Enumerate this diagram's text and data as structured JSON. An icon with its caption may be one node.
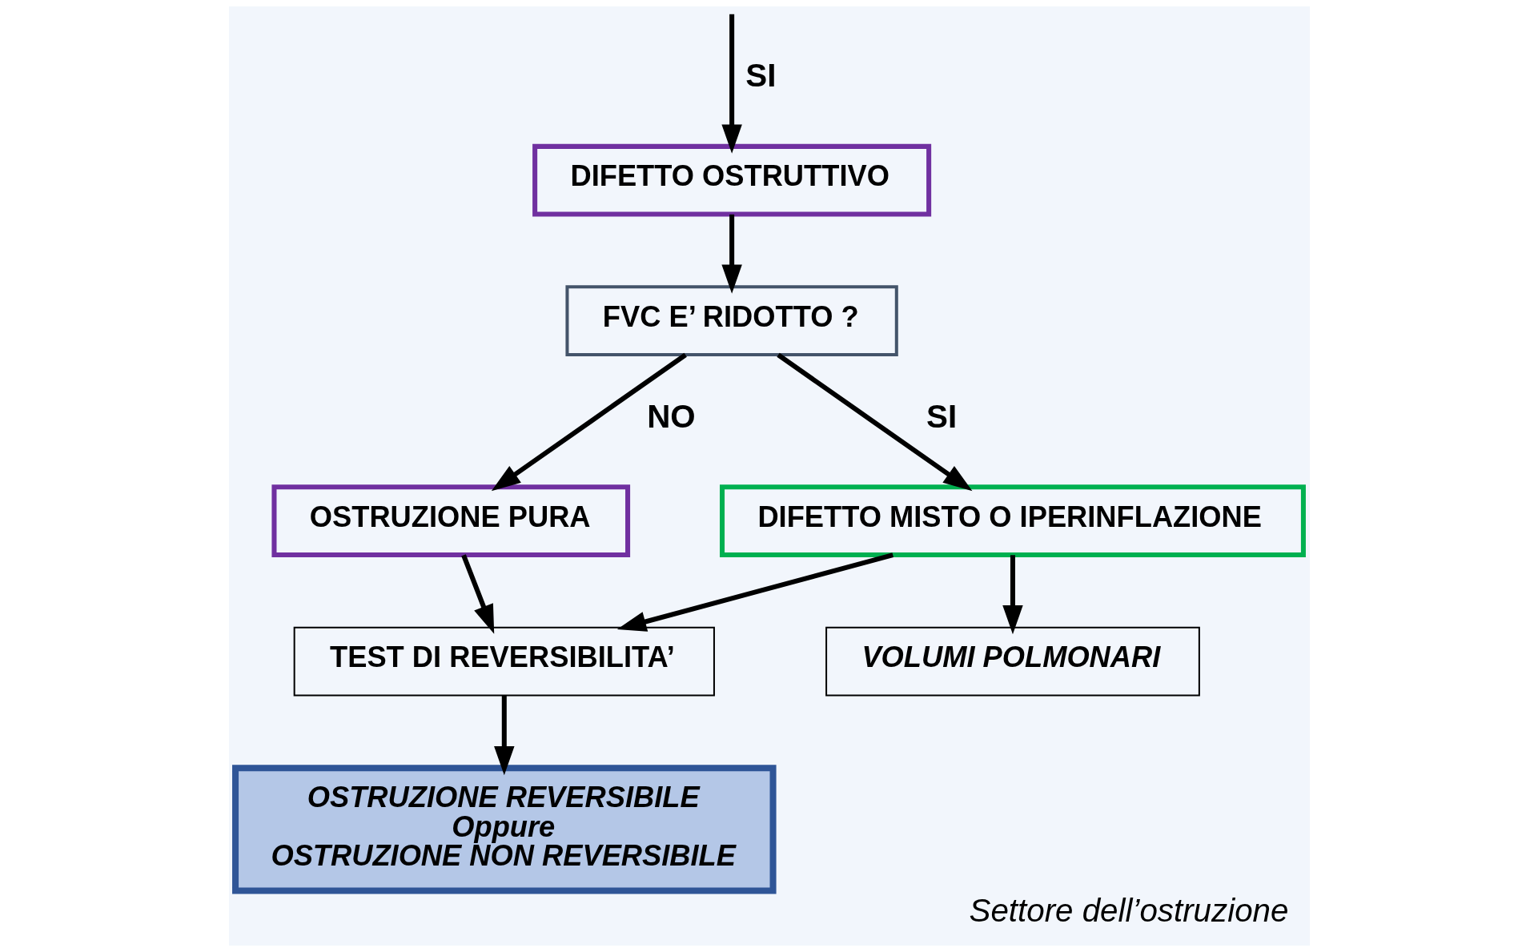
{
  "diagram": {
    "caption": "Settore dell’ostruzione",
    "nodes": [
      {
        "text": [
          "DIFETTO OSTRUTTIVO"
        ]
      },
      {
        "text": [
          "FVC E’ RIDOTTO ?"
        ]
      },
      {
        "text": [
          "OSTRUZIONE PURA"
        ]
      },
      {
        "text": [
          "DIFETTO MISTO O IPERINFLAZIONE"
        ]
      },
      {
        "text": [
          "TEST DI REVERSIBILITA’"
        ]
      },
      {
        "text": [
          "VOLUMI POLMONARI"
        ]
      },
      {
        "text": [
          "OSTRUZIONE REVERSIBILE",
          "Oppure",
          "OSTRUZIONE NON REVERSIBILE"
        ]
      }
    ],
    "edges": [
      {
        "from": null,
        "to": 0,
        "label": "SI",
        "arrow": "to"
      },
      {
        "from": 0,
        "to": 1,
        "arrow": "to"
      },
      {
        "from": 1,
        "to": 2,
        "label": "NO",
        "arrow": "to"
      },
      {
        "from": 1,
        "to": 3,
        "label": "SI",
        "arrow": "to"
      },
      {
        "from": 2,
        "to": 4,
        "arrow": "to"
      },
      {
        "from": 3,
        "to": 4,
        "arrow": "to"
      },
      {
        "from": 3,
        "to": 5,
        "arrow": "to"
      },
      {
        "from": 4,
        "to": 6,
        "arrow": "to"
      }
    ]
  }
}
